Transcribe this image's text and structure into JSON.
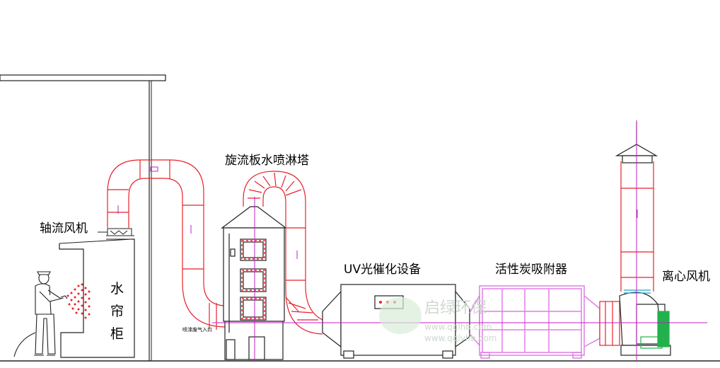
{
  "labels": {
    "axial_fan": "轴流风机",
    "cyclone_tower": "旋流板水喷淋塔",
    "uv_device": "UV光催化设备",
    "carbon_adsorber": "活性炭吸附器",
    "centrifugal_fan": "离心风机",
    "water_curtain": [
      "水",
      "帘",
      "柜"
    ],
    "inlet_note": "喷漆废气入口"
  },
  "watermark": {
    "brand": "启绿环保",
    "url1": "www.qqlhb.com",
    "url2": "www.qqlvhb.com"
  },
  "colors": {
    "duct": "#e8212b",
    "cabinet": "#e07fe6",
    "line": "#222222",
    "axis": "#c020c0"
  }
}
